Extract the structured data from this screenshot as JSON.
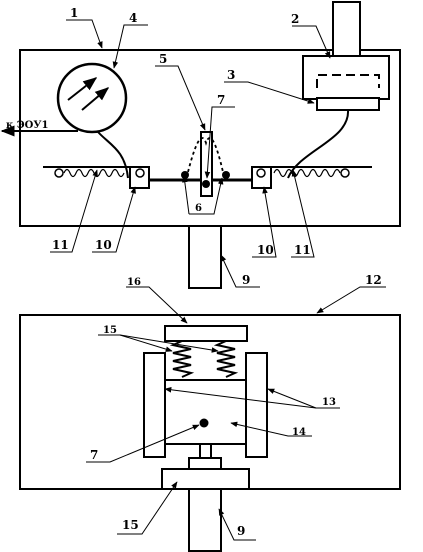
{
  "labels": {
    "top": {
      "n1": "1",
      "n2": "2",
      "n3": "3",
      "n4": "4",
      "n5": "5",
      "n6": "6",
      "n7": "7",
      "n9": "9",
      "n10_left": "10",
      "n10_right": "10",
      "n11_left": "11",
      "n11_right": "11",
      "output": "к ЭОУ1"
    },
    "bottom": {
      "n7": "7",
      "n9": "9",
      "n12": "12",
      "n13": "13",
      "n14": "14",
      "n15_top": "15",
      "n15_bottom": "15",
      "n16": "16"
    }
  },
  "colors": {
    "line": "#000000",
    "background": "#ffffff"
  }
}
